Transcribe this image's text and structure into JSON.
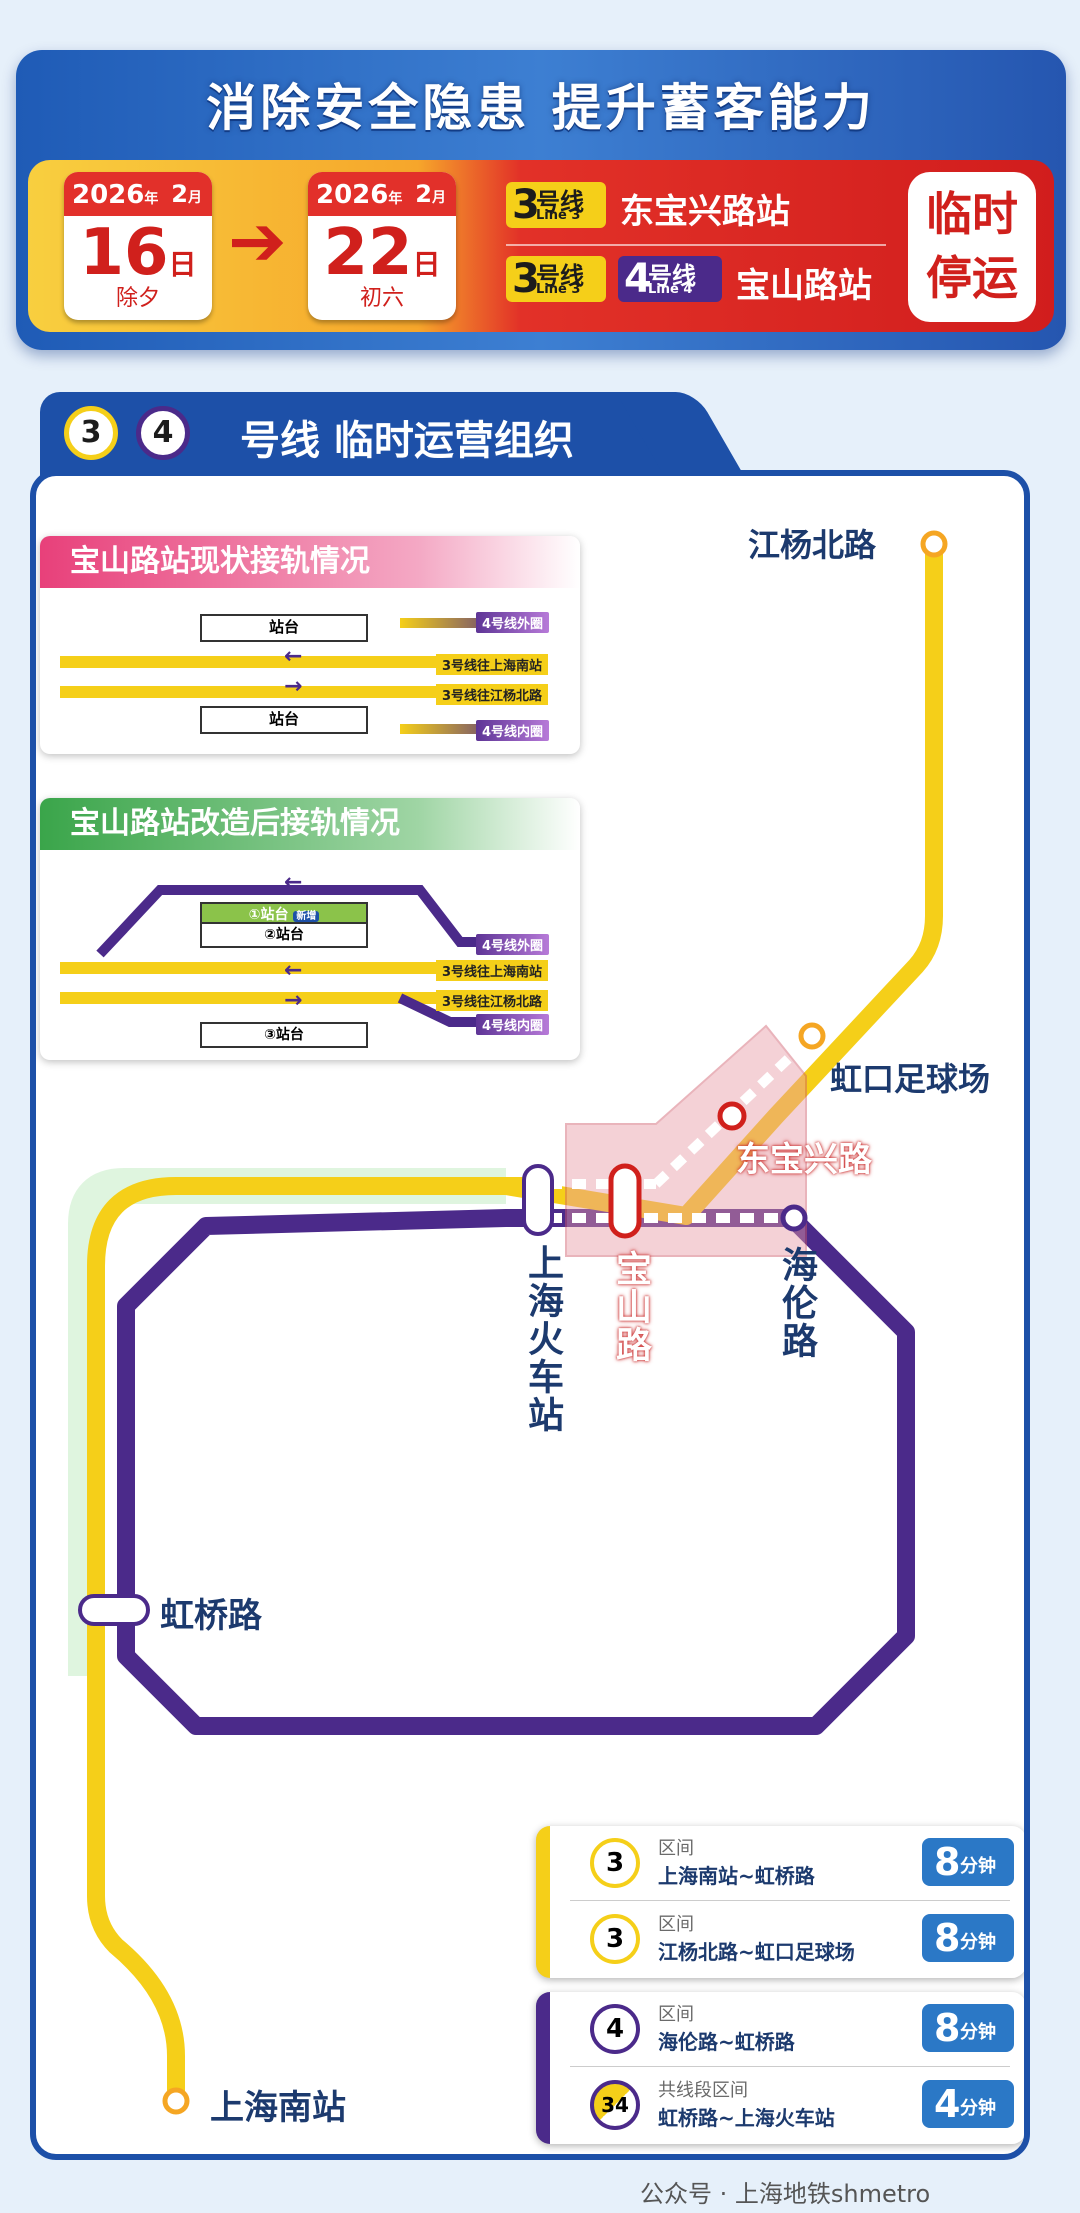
{
  "header": {
    "headline": "消除安全隐患 提升蓄客能力",
    "start_date": {
      "year": "2026",
      "year_unit": "年",
      "month": "2",
      "month_unit": "月",
      "day": "16",
      "day_unit": "日",
      "note": "除夕"
    },
    "end_date": {
      "year": "2026",
      "year_unit": "年",
      "month": "2",
      "month_unit": "月",
      "day": "22",
      "day_unit": "日",
      "note": "初六"
    },
    "arrow": "➔",
    "row1": {
      "line_num": "3",
      "line_text": "号线",
      "line_en": "Line 3",
      "station": "东宝兴路站"
    },
    "row2": {
      "line3_num": "3",
      "line3_text": "号线",
      "line3_en": "Line 3",
      "line4_num": "4",
      "line4_text": "号线",
      "line4_en": "Line 4",
      "station": "宝山路站"
    },
    "stop_text_1": "临时",
    "stop_text_2": "停运"
  },
  "section": {
    "line3_num": "3",
    "line4_num": "4",
    "title": "号线 临时运营组织"
  },
  "panel_current": {
    "title": "宝山路站现状接轨情况",
    "platform_top": "站台",
    "platform_bottom": "站台",
    "label_line4_outer": "4号线外圈",
    "label_line3_south": "3号线往上海南站",
    "label_line3_north": "3号线往江杨北路",
    "label_line4_inner": "4号线内圈",
    "arrow_left": "←",
    "arrow_right": "→"
  },
  "panel_after": {
    "title": "宝山路站改造后接轨情况",
    "platform_1": "①站台",
    "platform_1_badge": "新增",
    "platform_2": "②站台",
    "platform_3": "③站台",
    "label_line4_outer": "4号线外圈",
    "label_line3_south": "3号线往上海南站",
    "label_line3_north": "3号线往江杨北路",
    "label_line4_inner": "4号线内圈",
    "arrow_left": "←",
    "arrow_right": "→"
  },
  "map": {
    "stations": {
      "jiangyang": "江杨北路",
      "hongkou": "虹口足球场",
      "dongbaoxing": "东宝兴路",
      "baoshan": "宝山路",
      "hailun": "海伦路",
      "shanghai_rail": "上海火车站",
      "hongqiao": "虹桥路",
      "shanghai_south": "上海南站"
    },
    "colors": {
      "line3": "#f5cf19",
      "line4": "#4b2a8a",
      "closed": "#e05a6b",
      "brand_blue": "#1d50a8"
    }
  },
  "intervals": [
    {
      "line": "3",
      "label": "区间",
      "name": "上海南站~虹桥路",
      "time": "8",
      "unit": "分钟"
    },
    {
      "line": "3",
      "label": "区间",
      "name": "江杨北路~虹口足球场",
      "time": "8",
      "unit": "分钟"
    },
    {
      "line": "4",
      "label": "区间",
      "name": "海伦路~虹桥路",
      "time": "8",
      "unit": "分钟"
    },
    {
      "line": "34",
      "label": "共线段区间",
      "name": "虹桥路~上海火车站",
      "time": "4",
      "unit": "分钟"
    }
  ],
  "footer": {
    "text": "公众号 · 上海地铁shmetro"
  }
}
